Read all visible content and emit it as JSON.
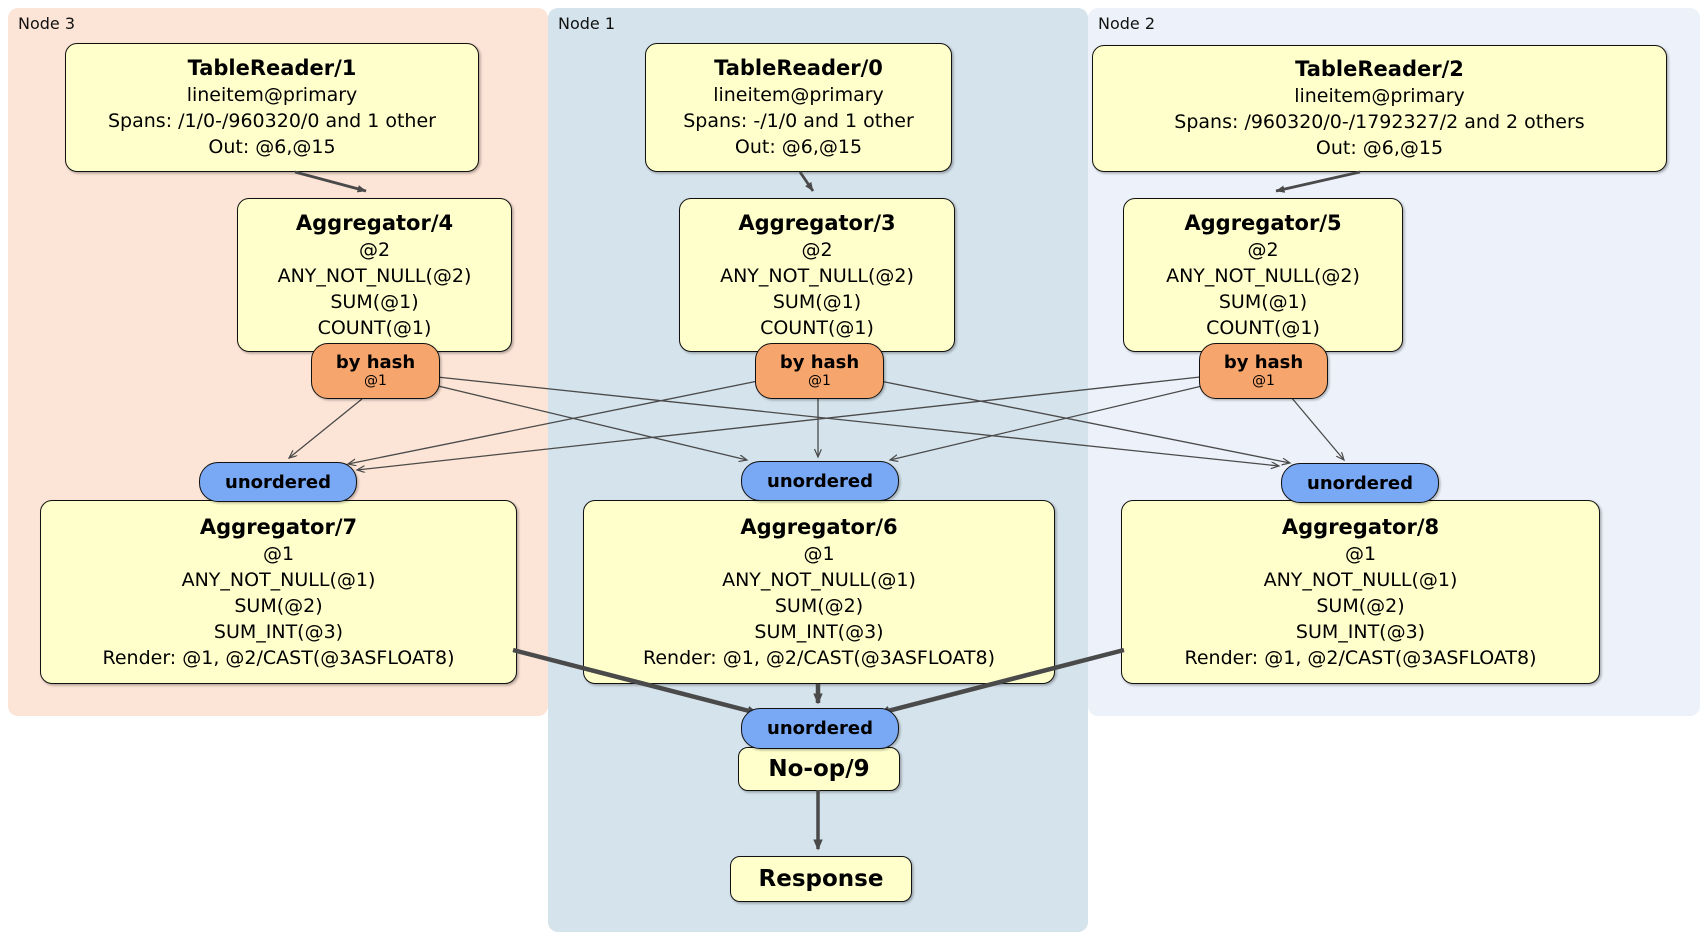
{
  "panels": {
    "node3": {
      "label": "Node 3"
    },
    "node1": {
      "label": "Node 1"
    },
    "node2": {
      "label": "Node 2"
    }
  },
  "processors": {
    "tablereader1": {
      "title": "TableReader/1",
      "lines": [
        "lineitem@primary",
        "Spans: /1/0-/960320/0 and 1 other",
        "Out: @6,@15"
      ]
    },
    "tablereader0": {
      "title": "TableReader/0",
      "lines": [
        "lineitem@primary",
        "Spans: -/1/0 and 1 other",
        "Out: @6,@15"
      ]
    },
    "tablereader2": {
      "title": "TableReader/2",
      "lines": [
        "lineitem@primary",
        "Spans: /960320/0-/1792327/2 and 2 others",
        "Out: @6,@15"
      ]
    },
    "aggregator4": {
      "title": "Aggregator/4",
      "lines": [
        "@2",
        "ANY_NOT_NULL(@2)",
        "SUM(@1)",
        "COUNT(@1)"
      ]
    },
    "aggregator3": {
      "title": "Aggregator/3",
      "lines": [
        "@2",
        "ANY_NOT_NULL(@2)",
        "SUM(@1)",
        "COUNT(@1)"
      ]
    },
    "aggregator5": {
      "title": "Aggregator/5",
      "lines": [
        "@2",
        "ANY_NOT_NULL(@2)",
        "SUM(@1)",
        "COUNT(@1)"
      ]
    },
    "aggregator7": {
      "title": "Aggregator/7",
      "lines": [
        "@1",
        "ANY_NOT_NULL(@1)",
        "SUM(@2)",
        "SUM_INT(@3)",
        "Render: @1, @2/CAST(@3ASFLOAT8)"
      ]
    },
    "aggregator6": {
      "title": "Aggregator/6",
      "lines": [
        "@1",
        "ANY_NOT_NULL(@1)",
        "SUM(@2)",
        "SUM_INT(@3)",
        "Render: @1, @2/CAST(@3ASFLOAT8)"
      ]
    },
    "aggregator8": {
      "title": "Aggregator/8",
      "lines": [
        "@1",
        "ANY_NOT_NULL(@1)",
        "SUM(@2)",
        "SUM_INT(@3)",
        "Render: @1, @2/CAST(@3ASFLOAT8)"
      ]
    },
    "noop9": {
      "title": "No-op/9"
    },
    "response": {
      "title": "Response"
    }
  },
  "router": {
    "label": "by hash",
    "key": "@1"
  },
  "sync": {
    "label": "unordered"
  },
  "colors": {
    "node3_bg": "#fce4d6",
    "node1_bg": "#d5e3ec",
    "node2_bg": "#edf2fa",
    "processor_bg": "#ffffcc",
    "router_bg": "#f6a56c",
    "sync_bg": "#79a8f5",
    "edge": "#4a4a4a"
  }
}
